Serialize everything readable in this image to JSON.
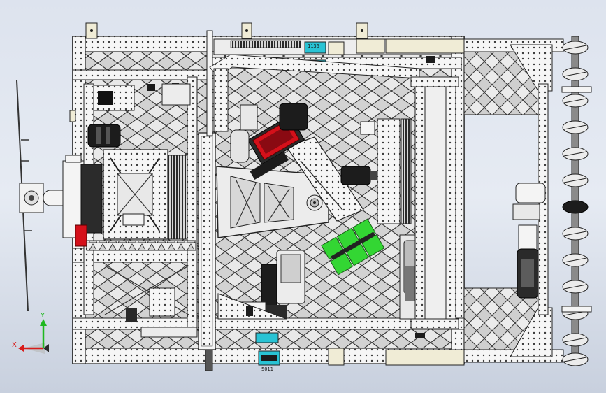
{
  "view": {
    "background_top": "#dde3ee",
    "background_bottom": "#c8d0de"
  },
  "triad": {
    "x_label": "X",
    "y_label": "Y",
    "x_color": "#d81b1b",
    "y_color": "#1fb81f",
    "z_color": "#2a2ad8"
  },
  "parts": {
    "frame_color": "#f4f4f4",
    "edge_color": "#2a2a2a",
    "motor_color": "#1c1c1c",
    "red_part_color": "#d4101a",
    "green_part_color": "#33d633",
    "cyan_part_color": "#29c3d4",
    "beige_part_color": "#f0ecd6",
    "top_rail_label": "1136",
    "bottom_rail_label": "5011"
  }
}
